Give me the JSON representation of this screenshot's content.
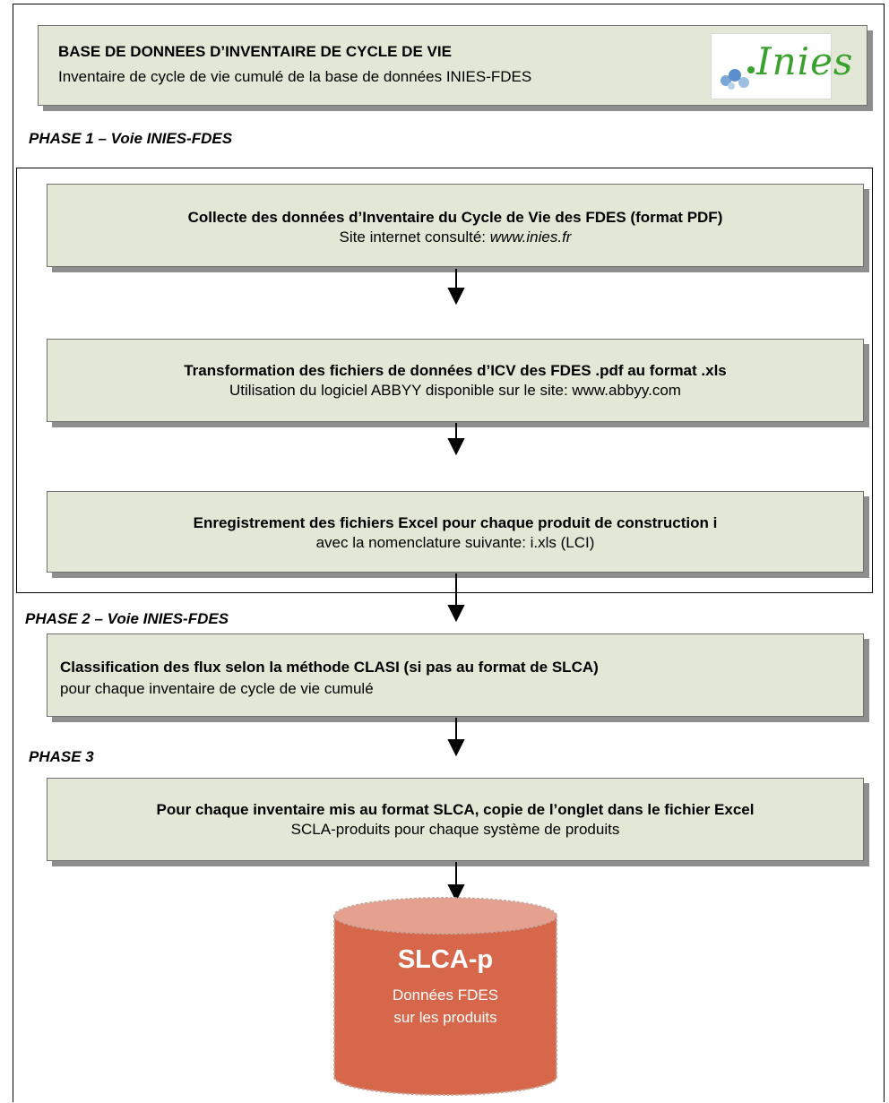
{
  "header": {
    "title": "BASE DE DONNEES D’INVENTAIRE DE CYCLE DE VIE",
    "subtitle": "Inventaire de cycle de vie cumulé de la base de données INIES-FDES",
    "logo_text": "Inies"
  },
  "phase1": {
    "label": "PHASE 1 – Voie INIES-FDES",
    "step1": {
      "title": "Collecte des données d’Inventaire du Cycle de Vie des FDES (format PDF)",
      "sub_prefix": "Site internet consulté: ",
      "sub_link": "www.inies.fr"
    },
    "step2": {
      "title": "Transformation des fichiers de données d’ICV des FDES .pdf au format .xls",
      "sub": "Utilisation du logiciel ABBYY disponible sur le site:  www.abbyy.com"
    },
    "step3": {
      "title": "Enregistrement des fichiers Excel pour chaque produit de construction i",
      "sub": "avec la nomenclature suivante: i.xls (LCI)"
    }
  },
  "phase2": {
    "label": "PHASE 2 – Voie INIES-FDES",
    "step": {
      "title": "Classification des flux selon la méthode CLASI (si pas au format de SLCA)",
      "sub": "pour chaque inventaire de cycle de vie cumulé"
    }
  },
  "phase3": {
    "label": "PHASE 3",
    "step": {
      "title": "Pour chaque inventaire mis au format SLCA, copie de l’onglet dans le fichier Excel",
      "sub": "SCLA-produits pour chaque système de produits"
    }
  },
  "database": {
    "title": "SLCA-p",
    "line1": "Données FDES",
    "line2": "sur les produits",
    "fill_color": "#d7674a",
    "top_color": "#e6a090"
  }
}
